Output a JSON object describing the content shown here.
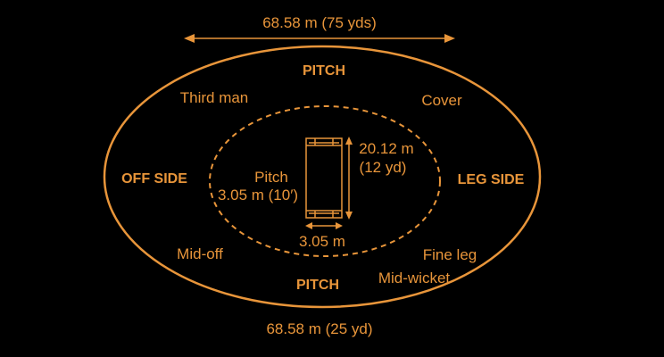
{
  "colors": {
    "background": "#000000",
    "accent": "#e8953a"
  },
  "labels": {
    "top_dimension": "68.58 m (75 yds)",
    "bottom_dimension": "68.58 m (25 yd)",
    "pitch_top": "PITCH",
    "pitch_bottom": "PITCH",
    "off_side": "OFF SIDE",
    "leg_side": "LEG SIDE",
    "third_man": "Third man",
    "cover": "Cover",
    "mid_off": "Mid-off",
    "fine_leg": "Fine leg",
    "mid_wicket": "Mid-wicket",
    "pitch_center_line1": "Pitch",
    "pitch_center_line2": "3.05 m (10′)",
    "pitch_length_line1": "20.12 m",
    "pitch_length_line2": "(12 yd)",
    "pitch_width": "3.05 m"
  }
}
